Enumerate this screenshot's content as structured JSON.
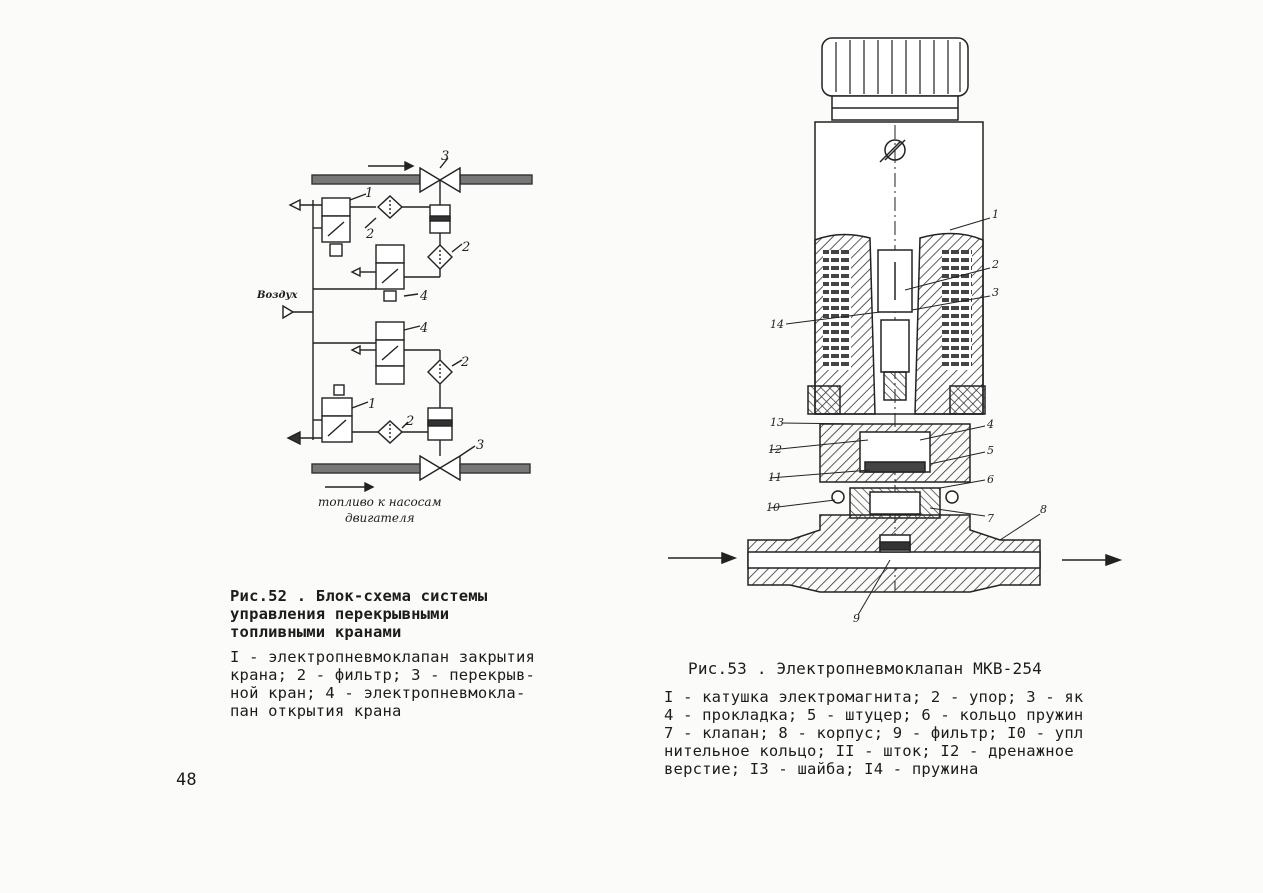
{
  "page_number": "48",
  "fig52": {
    "caption": "Рис.52 . Блок-схема системы\nуправления перекрывными\nтопливными кранами",
    "legend": "I - электропневмоклапан закрытия\nкрана; 2 - фильтр; 3 - перекрыв-\nной кран; 4 - электропневмокла-\nпан открытия крана",
    "label_air": "Воздух",
    "label_fuel": "топливо к насосам\nдвигателя",
    "callouts": [
      "1",
      "2",
      "2",
      "3",
      "4",
      "4",
      "2",
      "1",
      "2",
      "3"
    ]
  },
  "fig53": {
    "caption": "Рис.53 . Электропневмоклапан МКВ-254",
    "legend": "I - катушка электромагнита; 2 - упор; 3 - як\n4 - прокладка; 5 - штуцер; 6 - кольцо пружин\n7 - клапан; 8 - корпус; 9 - фильтр; I0 - упл\nнительное кольцо; II - шток; I2 - дренажное\nверстие; I3 - шайба; I4 - пружина",
    "callouts": [
      "1",
      "2",
      "3",
      "14",
      "13",
      "12",
      "4",
      "5",
      "11",
      "6",
      "10",
      "7",
      "8",
      "9"
    ]
  }
}
